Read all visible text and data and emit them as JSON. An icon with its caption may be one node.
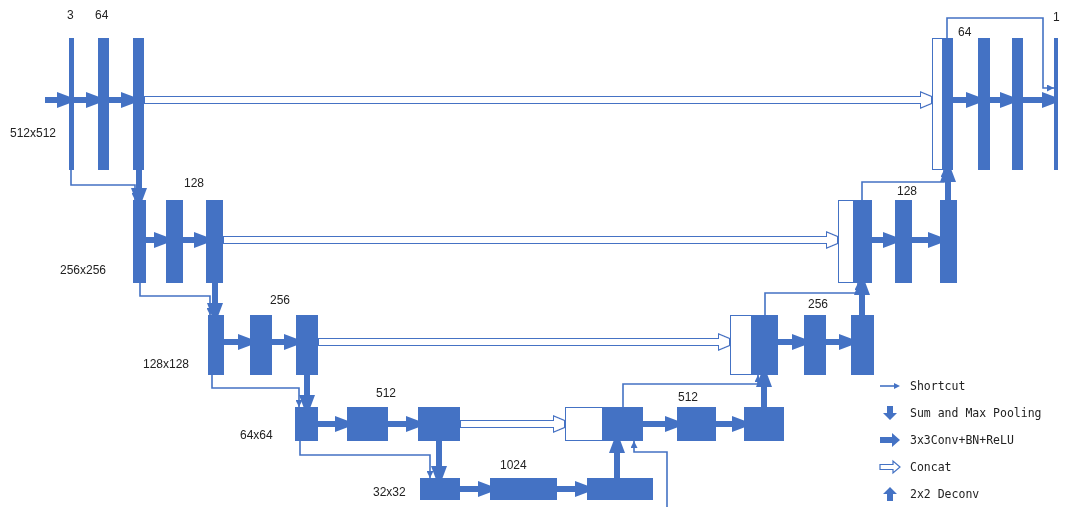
{
  "diagram": {
    "nodes": [
      {
        "text": [],
        "shape": "bar"
      },
      {
        "text": [],
        "shape": "bar"
      },
      {
        "text": [],
        "shape": "bar"
      },
      {
        "text": [],
        "shape": "bar"
      },
      {
        "text": [],
        "shape": "bar"
      },
      {
        "text": [],
        "shape": "bar"
      },
      {
        "text": [],
        "shape": "bar"
      },
      {
        "text": [],
        "shape": "bar"
      },
      {
        "text": [],
        "shape": "bar"
      },
      {
        "text": [],
        "shape": "bar"
      },
      {
        "text": [],
        "shape": "bar"
      },
      {
        "text": [],
        "shape": "bar"
      },
      {
        "text": [],
        "shape": "bar"
      },
      {
        "text": [],
        "shape": "bar"
      },
      {
        "text": [],
        "shape": "bar"
      },
      {
        "text": [],
        "shape": "bar"
      },
      {
        "text": [],
        "shape": "bar"
      },
      {
        "text": [],
        "shape": "bar"
      },
      {
        "text": [],
        "shape": "bar"
      },
      {
        "text": [],
        "shape": "bar"
      },
      {
        "text": [],
        "shape": "bar"
      },
      {
        "text": [],
        "shape": "bar"
      },
      {
        "text": [],
        "shape": "bar"
      },
      {
        "text": [],
        "shape": "bar"
      },
      {
        "text": [],
        "shape": "bar"
      },
      {
        "text": [],
        "shape": "bar"
      },
      {
        "text": [],
        "shape": "bar"
      },
      {
        "text": [],
        "shape": "bar"
      },
      {
        "text": [],
        "shape": "bar"
      },
      {
        "text": [],
        "shape": "bar"
      },
      {
        "text": [],
        "shape": "bar"
      },
      {
        "text": [],
        "shape": "bar"
      }
    ],
    "edges": [
      {
        "from": null,
        "to": 0,
        "arrow": "to"
      },
      {
        "from": 0,
        "to": 1,
        "arrow": "to"
      },
      {
        "from": 1,
        "to": 2,
        "arrow": "to"
      },
      {
        "from": 2,
        "to": 3,
        "arrow": "to"
      },
      {
        "from": 4,
        "to": 5,
        "arrow": "to"
      },
      {
        "from": 5,
        "to": 6,
        "arrow": "to"
      },
      {
        "from": 6,
        "to": 7,
        "arrow": "to"
      },
      {
        "from": 4,
        "to": 7,
        "arrow": "to"
      },
      {
        "from": 0,
        "to": 8,
        "arrow": "to"
      },
      {
        "from": 2,
        "to": 8,
        "arrow": "to"
      },
      {
        "from": 8,
        "to": 9,
        "arrow": "to"
      },
      {
        "from": 9,
        "to": 10,
        "arrow": "to"
      },
      {
        "from": 10,
        "to": 11,
        "arrow": "to"
      },
      {
        "from": 12,
        "to": 13,
        "arrow": "to"
      },
      {
        "from": 13,
        "to": 14,
        "arrow": "to"
      },
      {
        "from": 14,
        "to": 4,
        "arrow": "to"
      },
      {
        "from": 12,
        "to": 4,
        "arrow": "to"
      },
      {
        "from": 8,
        "to": 15,
        "arrow": "to"
      },
      {
        "from": 10,
        "to": 15,
        "arrow": "to"
      },
      {
        "from": 15,
        "to": 16,
        "arrow": "to"
      },
      {
        "from": 16,
        "to": 17,
        "arrow": "to"
      },
      {
        "from": 17,
        "to": 18,
        "arrow": "to"
      },
      {
        "from": 19,
        "to": 20,
        "arrow": "to"
      },
      {
        "from": 20,
        "to": 21,
        "arrow": "to"
      },
      {
        "from": 21,
        "to": 12,
        "arrow": "to"
      },
      {
        "from": 19,
        "to": 12,
        "arrow": "to"
      },
      {
        "from": 15,
        "to": 22,
        "arrow": "to"
      },
      {
        "from": 17,
        "to": 22,
        "arrow": "to"
      },
      {
        "from": 22,
        "to": 23,
        "arrow": "to"
      },
      {
        "from": 23,
        "to": 24,
        "arrow": "to"
      },
      {
        "from": 24,
        "to": 25,
        "arrow": "to"
      },
      {
        "from": 26,
        "to": 27,
        "arrow": "to"
      },
      {
        "from": 27,
        "to": 28,
        "arrow": "to"
      },
      {
        "from": 28,
        "to": 19,
        "arrow": "to"
      },
      {
        "from": 26,
        "to": 19,
        "arrow": "to"
      },
      {
        "from": 22,
        "to": 29,
        "arrow": "to"
      },
      {
        "from": 24,
        "to": 29,
        "arrow": "to"
      },
      {
        "from": 29,
        "to": 30,
        "arrow": "to"
      },
      {
        "from": 30,
        "to": 31,
        "arrow": "to"
      },
      {
        "from": 31,
        "to": 26,
        "arrow": "to"
      },
      {
        "from": null,
        "to": 26,
        "arrow": "to"
      }
    ],
    "labels": [
      "3",
      "64",
      "64",
      "1",
      "512x512",
      "128",
      "128",
      "256x256",
      "256",
      "256",
      "128x128",
      "512",
      "512",
      "64x64",
      "1024",
      "32x32"
    ],
    "legend": [
      {
        "text": "Shortcut"
      },
      {
        "text": "Sum and Max Pooling"
      },
      {
        "text": "3x3Conv+BN+ReLU"
      },
      {
        "text": "Concat"
      },
      {
        "text": "2x2 Deconv"
      }
    ]
  }
}
